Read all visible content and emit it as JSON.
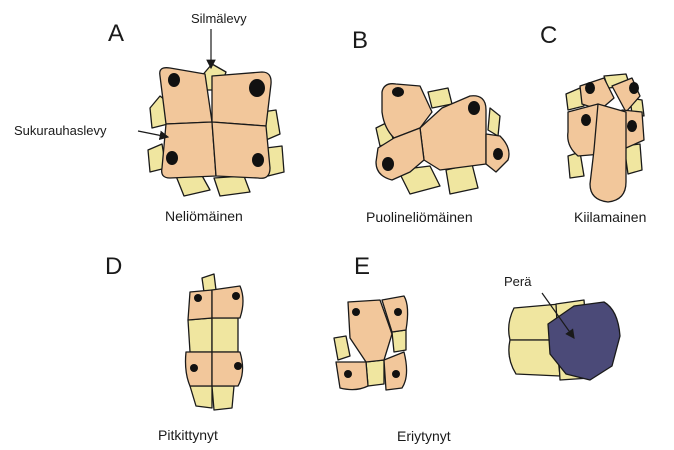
{
  "panels": {
    "a": {
      "letter": "A",
      "caption": "Neliömäinen"
    },
    "b": {
      "letter": "B",
      "caption": "Puolineliömäinen"
    },
    "c": {
      "letter": "C",
      "caption": "Kiilamainen"
    },
    "d": {
      "letter": "D",
      "caption": "Pitkittynyt"
    },
    "e": {
      "letter": "E",
      "caption": "Eriytynyt"
    }
  },
  "annotations": {
    "eye_plate": "Silmälevy",
    "genital_plate": "Sukurauhaslevy",
    "stalk": "Perä"
  },
  "colors": {
    "genital_plate": "#f2c79b",
    "ocular_plate": "#f0e6a0",
    "stalk": "#4b4a78",
    "outline": "#1a1a1a",
    "pore": "#111111"
  }
}
